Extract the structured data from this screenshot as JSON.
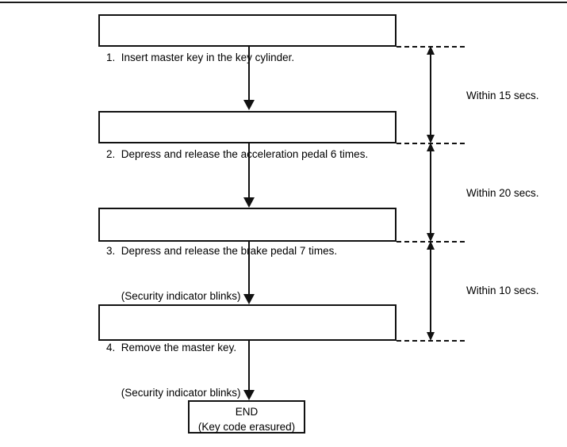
{
  "diagram": {
    "title": "Key code erasure procedure flowchart",
    "steps": [
      {
        "number": "1.",
        "line1": "1.  Insert master key in the key cylinder.",
        "line2": ""
      },
      {
        "number": "2.",
        "line1": "2.  Depress and release the acceleration pedal 6 times.",
        "line2": ""
      },
      {
        "number": "3.",
        "line1": "3.  Depress and release the brake pedal 7 times.",
        "line2": "     (Security indicator blinks)"
      },
      {
        "number": "4.",
        "line1": "4.  Remove the master key.",
        "line2": "     (Security indicator blinks)"
      }
    ],
    "end_node": {
      "line1": "END",
      "line2": "(Key code erasured)"
    },
    "timings": [
      {
        "label": "Within 15 secs."
      },
      {
        "label": "Within 20 secs."
      },
      {
        "label": "Within 10 secs."
      }
    ],
    "colors": {
      "ink": "#111111",
      "background": "#ffffff"
    }
  }
}
